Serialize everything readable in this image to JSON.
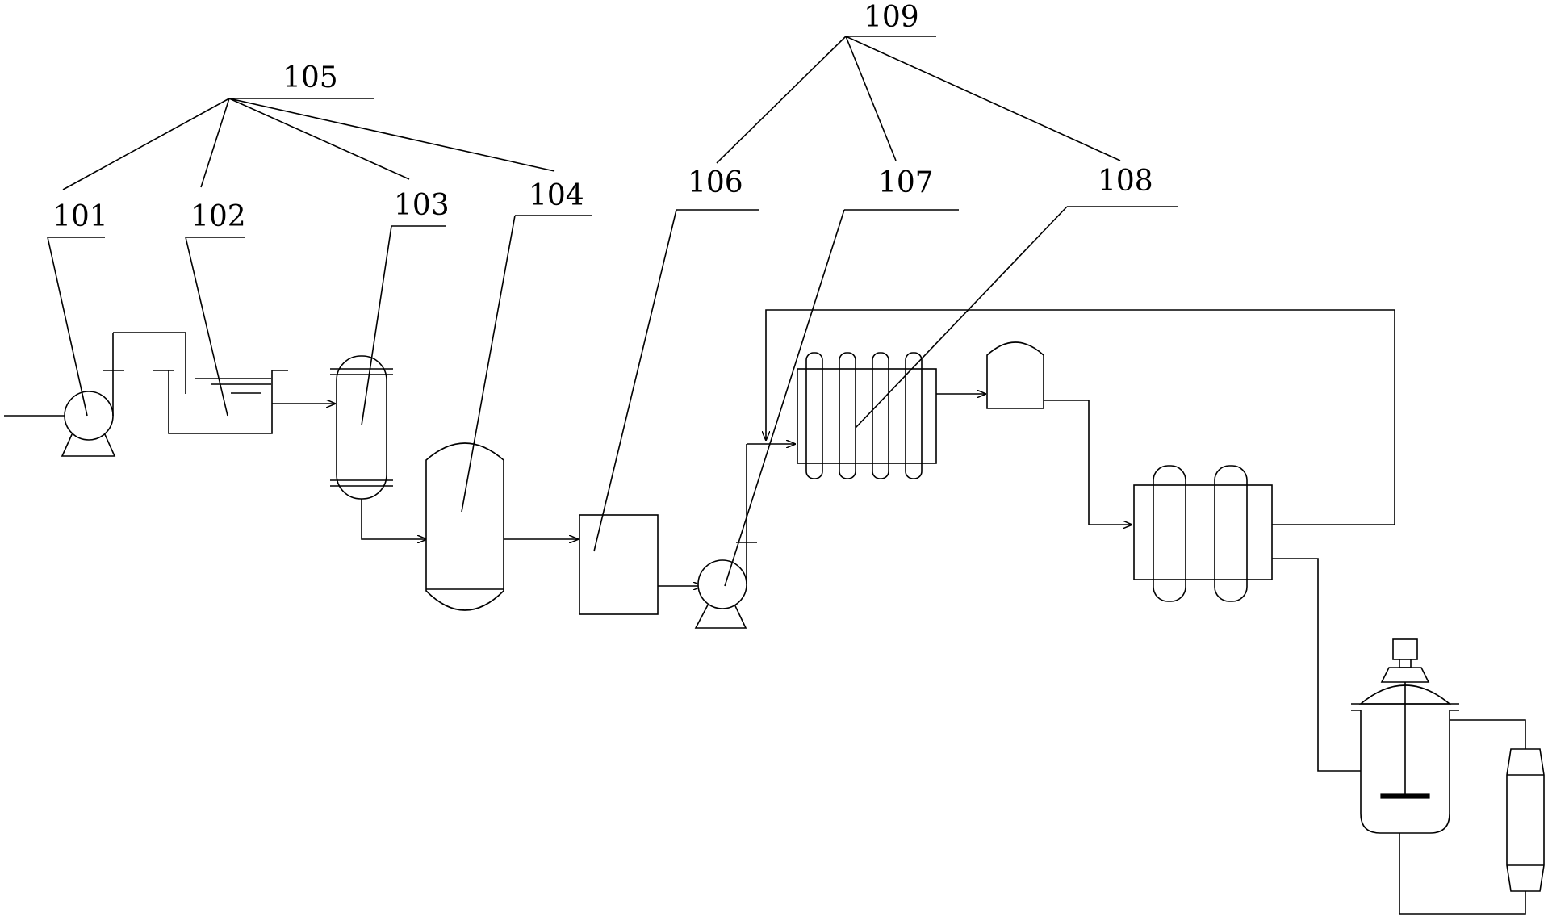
{
  "labels": {
    "l101": "101",
    "l102": "102",
    "l103": "103",
    "l104": "104",
    "l105": "105",
    "l106": "106",
    "l107": "107",
    "l108": "108",
    "l109": "109"
  },
  "colors": {
    "line": "#000000",
    "background": "#ffffff"
  }
}
